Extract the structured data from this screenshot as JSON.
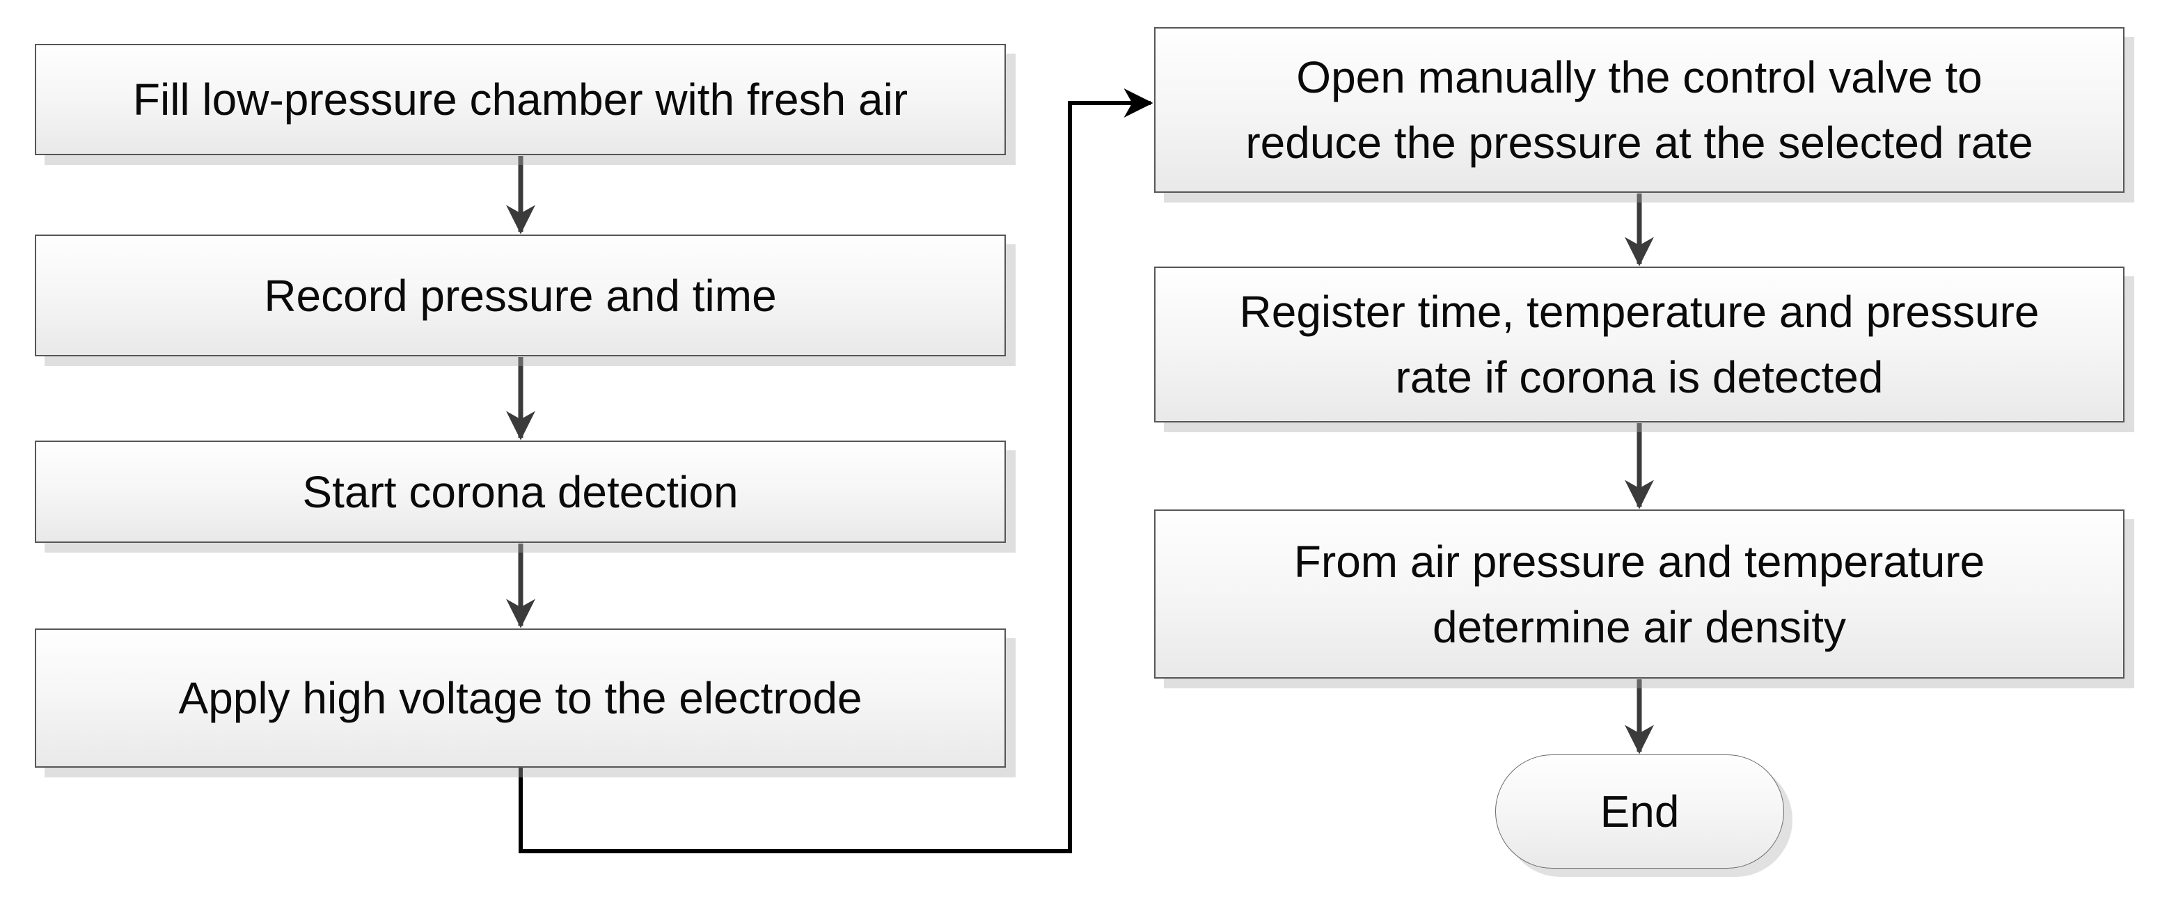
{
  "diagram": {
    "type": "flowchart",
    "background": "#ffffff",
    "nodes": {
      "left": [
        {
          "id": "fill-chamber",
          "shape": "process",
          "label": "Fill low-pressure chamber with fresh air",
          "lines": [
            "Fill low-pressure chamber with fresh air"
          ]
        },
        {
          "id": "record-pressure",
          "shape": "process",
          "label": "Record pressure and time",
          "lines": [
            "Record pressure and time"
          ]
        },
        {
          "id": "start-corona",
          "shape": "process",
          "label": "Start corona detection",
          "lines": [
            "Start corona detection"
          ]
        },
        {
          "id": "apply-voltage",
          "shape": "process",
          "label": "Apply high voltage to the electrode",
          "lines": [
            "Apply high voltage to the electrode"
          ]
        }
      ],
      "right": [
        {
          "id": "open-valve",
          "shape": "process",
          "label": "Open manually the control valve to reduce the pressure at the selected rate",
          "lines": [
            "Open manually the control valve to",
            "reduce the pressure at the selected rate"
          ]
        },
        {
          "id": "register-values",
          "shape": "process",
          "label": "Register time, temperature and pressure rate if corona is detected",
          "lines": [
            "Register time, temperature and pressure",
            "rate if corona is detected"
          ]
        },
        {
          "id": "determine-density",
          "shape": "process",
          "label": "From air pressure and temperature determine air density",
          "lines": [
            "From air pressure and temperature",
            "determine air density"
          ]
        },
        {
          "id": "end",
          "shape": "terminator",
          "label": "End",
          "lines": [
            "End"
          ]
        }
      ]
    },
    "edges": [
      {
        "from": "fill-chamber",
        "to": "record-pressure",
        "style": "straight-arrow"
      },
      {
        "from": "record-pressure",
        "to": "start-corona",
        "style": "straight-arrow"
      },
      {
        "from": "start-corona",
        "to": "apply-voltage",
        "style": "straight-arrow"
      },
      {
        "from": "apply-voltage",
        "to": "open-valve",
        "style": "elbow-arrow"
      },
      {
        "from": "open-valve",
        "to": "register-values",
        "style": "straight-arrow"
      },
      {
        "from": "register-values",
        "to": "determine-density",
        "style": "straight-arrow"
      },
      {
        "from": "determine-density",
        "to": "end",
        "style": "straight-arrow"
      }
    ],
    "colors": {
      "arrow_gray": "#3b3b3b",
      "arrow_black": "#000000",
      "box_border": "#565656",
      "box_fill_top": "#fefefe",
      "box_fill_bottom": "#e9e9e9",
      "box_shadow": "#c8c8c8",
      "text": "#0a0a0a"
    }
  }
}
